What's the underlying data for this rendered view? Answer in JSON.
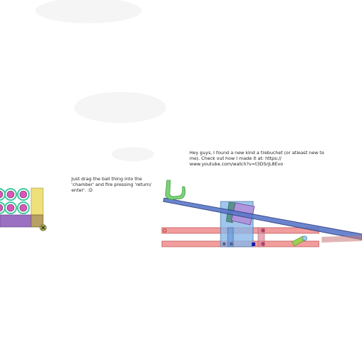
{
  "scene": {
    "title": "Trebuchet sandbox level",
    "instruction_text": "Just drag the ball thing into the\n'chamber' and fire pressing 'return/\nenter'. :D",
    "author_note_text": "Hey guys, I found a new kind a trebuchet (or atleast new to\nme). Check out how I made it at: https://\nwww.youtube.com/watch?v=t3DSrjL8Evo"
  },
  "colors": {
    "background": "#ffffff",
    "ball_fill": "#dd55bb",
    "ball_ring": "#3cc9a0",
    "rack_purple": "#9b6fc1",
    "rack_yellow": "#eee07a",
    "rail_red": "#f08c8c",
    "arm_blue": "#5a78c8",
    "tower_blue": "#89b8e8",
    "counterweight": "#b08fd8",
    "sling_green": "#7ed27a",
    "handle_green": "#9ccf52"
  },
  "icons": {
    "close_marker": "x-circle-icon",
    "sling_cup": "u-cup-icon"
  }
}
